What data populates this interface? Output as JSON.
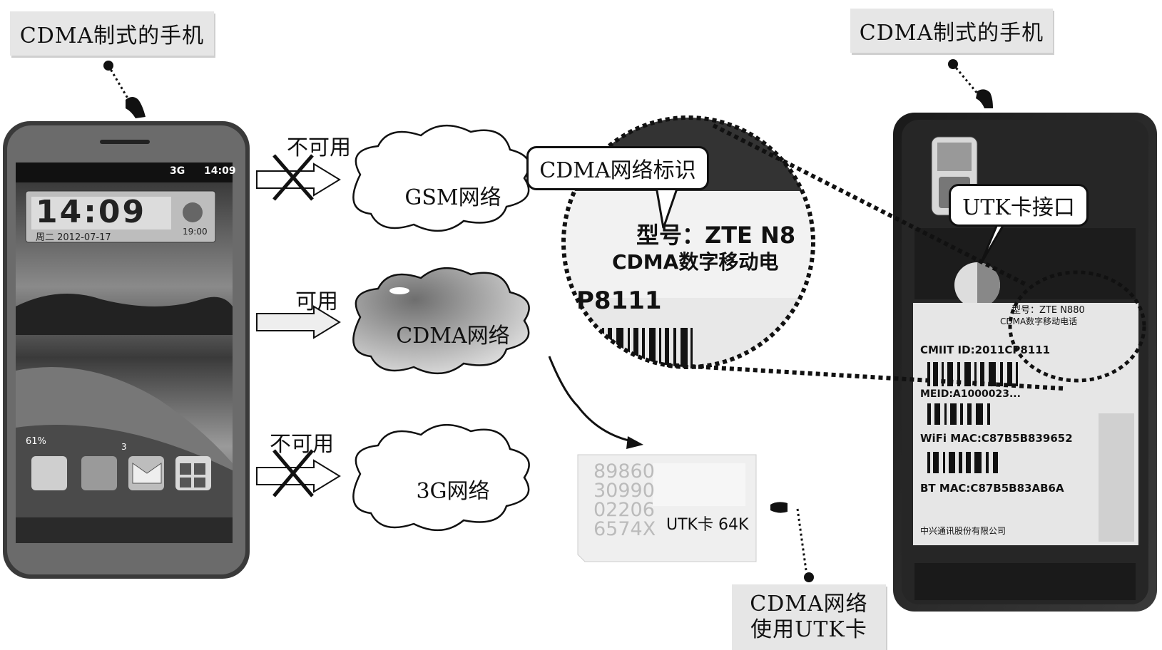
{
  "left_phone": {
    "tag": "CDMA制式的手机",
    "status_bar": {
      "signal": "3G",
      "time": "14:09"
    },
    "widget": {
      "clock": "14:09",
      "date": "周二 2012-07-17",
      "alarm": "19:00"
    },
    "battery": "61%",
    "page_indicator": "3"
  },
  "right_phone": {
    "tag": "CDMA制式的手机"
  },
  "networks": [
    {
      "label": "不可用",
      "cloud": "GSM网络"
    },
    {
      "label": "可用",
      "cloud": "CDMA网络"
    },
    {
      "label": "不可用",
      "cloud": "3G网络"
    }
  ],
  "magnifier": {
    "callout": "CDMA网络标识",
    "line1": "型号：ZTE N8",
    "line2": "CDMA数字移动电",
    "code": "P8111"
  },
  "utk_port_callout": "UTK卡接口",
  "sim_card": {
    "digits": [
      "89860",
      "30990",
      "02206",
      "6574X"
    ],
    "label": "UTK卡 64K"
  },
  "bottom_tag": {
    "line1": "CDMA网络",
    "line2": "使用UTK卡"
  },
  "phone_label": {
    "model": "型号：ZTE N880",
    "type": "CDMA数字移动电话",
    "cmiit": "CMIIT ID:2011CP8111",
    "meid": "MEID:A1000023...",
    "wifi": "WiFi MAC:C87B5B839652",
    "bt": "BT MAC:C87B5B83AB6A",
    "maker": "中兴通讯股份有限公司"
  }
}
